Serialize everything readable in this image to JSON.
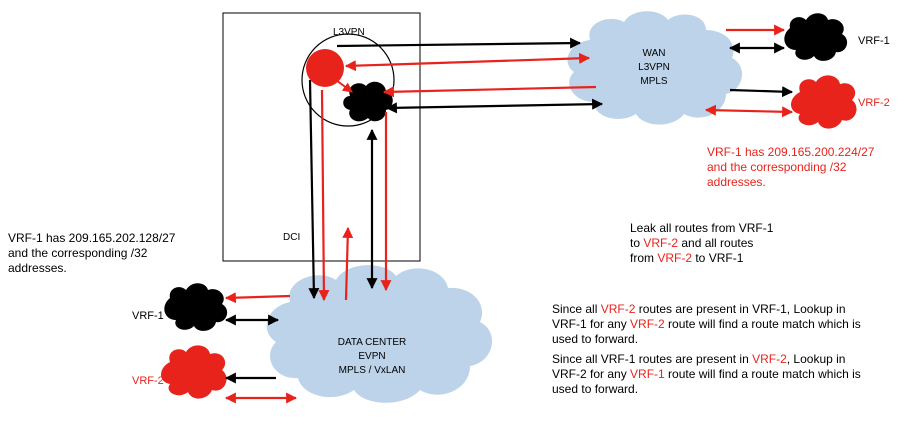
{
  "labels": {
    "dci": "DCI",
    "l3vpn": "L3VPN",
    "wan": [
      "WAN",
      "L3VPN",
      "MPLS"
    ],
    "data_center": [
      "DATA CENTER",
      "EVPN",
      "MPLS / VxLAN"
    ],
    "vrf1_right": "VRF-1",
    "vrf2_right": "VRF-2",
    "vrf1_left": "VRF-1",
    "vrf2_left": "VRF-2"
  },
  "notes": {
    "right_vrf": {
      "line1": "VRF-1 has 209.165.200.224/27",
      "line2": "and the corresponding /32",
      "line3": "addresses."
    },
    "left_vrf": {
      "line1": "VRF-1 has 209.165.202.128/27",
      "line2": "and the corresponding /32",
      "line3": "addresses."
    },
    "leak": {
      "a": "Leak all routes from VRF-1",
      "b": "to ",
      "c": "VRF-2",
      "d": " and all routes",
      "e": "from ",
      "f": "VRF-2",
      "g": " to VRF-1"
    },
    "p1": {
      "a": "Since all ",
      "b": "VRF-2",
      "c": " routes are present in VRF-1, Lookup in",
      "d": "VRF-1 for any ",
      "e": "VRF-2",
      "f": " route will find a route match which is",
      "g": "used to forward."
    },
    "p2": {
      "a": "Since all VRF-1 routes are present in ",
      "b": "VRF-2",
      "c": ", Lookup in",
      "d": "VRF-2 for any ",
      "e": "VRF-1",
      "f": " route will find a route match which is",
      "g": "used to forward."
    }
  },
  "colors": {
    "red": "#e8231c",
    "black": "#000000",
    "cloud": "#bcd3ea"
  }
}
